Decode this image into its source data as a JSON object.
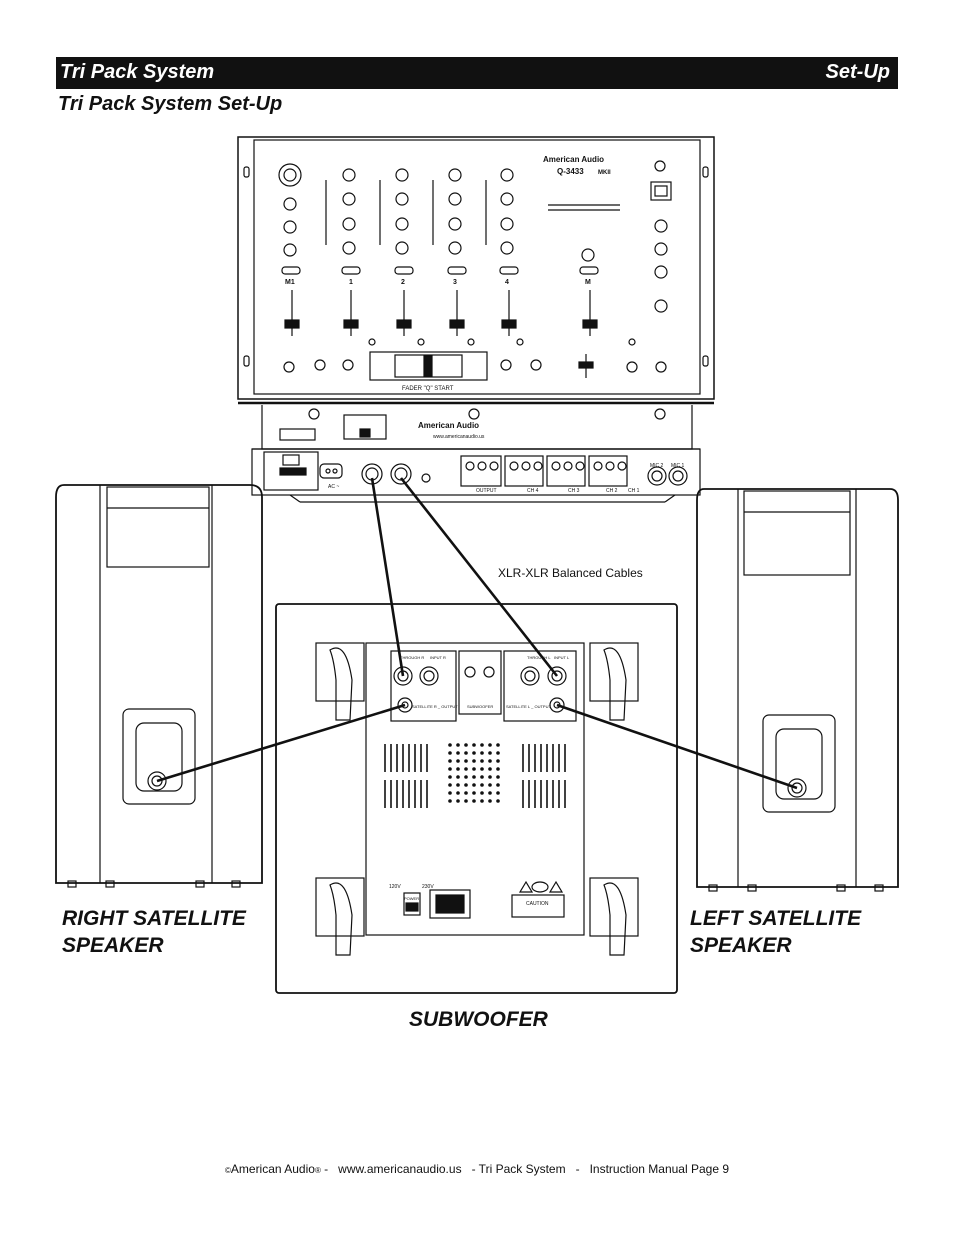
{
  "header": {
    "left_title": "Tri Pack System",
    "right_title": "Set-Up"
  },
  "subtitle": "Tri Pack System Set-Up",
  "mixer": {
    "brand": "American Audio",
    "model": "Q-3433",
    "model_suffix": "MKII",
    "rear_brand": "American Audio",
    "rear_url": "www.americanaudio.us",
    "channel_labels": [
      "M1",
      "1",
      "2",
      "3",
      "4",
      "M"
    ],
    "fader_start_label": "FADER \"Q\" START",
    "rear_labels": [
      "AC ~",
      "OUTPUT",
      "CH 4",
      "CH 3",
      "CH 2",
      "CH 1",
      "MIC 2",
      "MIC 1"
    ]
  },
  "cable_label": "XLR-XLR Balanced Cables",
  "subwoofer_panel": {
    "labels": [
      "THROUGH R",
      "INPUT R",
      "SATELLITE R _ OUTPUT",
      "SUBWOOFER",
      "THROUGH L",
      "INPUT L",
      "SATELLITE L _ OUTPUT",
      "POWER",
      "120V",
      "230V",
      "CAUTION"
    ]
  },
  "speakers": {
    "right_line1": "RIGHT SATELLITE",
    "right_line2": "SPEAKER",
    "left_line1": "LEFT SATELLITE",
    "left_line2": "SPEAKER",
    "subwoofer": "SUBWOOFER"
  },
  "footer": {
    "copyright_symbol": "©",
    "brand": "American Audio",
    "registered": "®",
    "rest": " -   www.americanaudio.us   - Tri Pack System   -   Instruction Manual Page 9"
  }
}
